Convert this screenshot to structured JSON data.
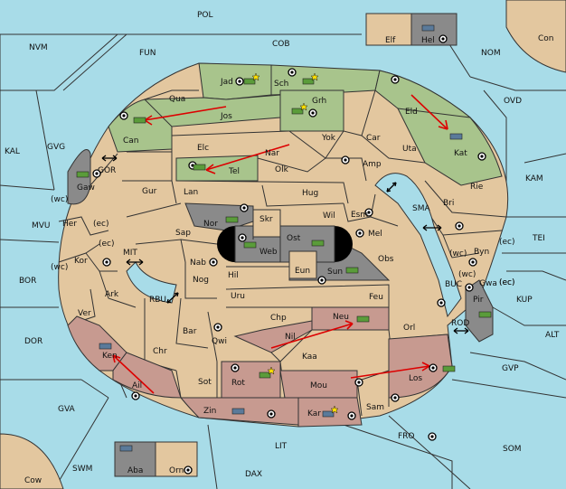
{
  "board": {
    "colors": {
      "sea": "#a8dce8",
      "land": "#e3c79f",
      "green_power": "#a8c48c",
      "red_power": "#c79a90",
      "grey_power": "#8a8a8a",
      "order_arrow": "#dd0000"
    },
    "sea_labels": {
      "pol": "POL",
      "nvm": "NVM",
      "fun": "FUN",
      "cob": "COB",
      "nom": "NOM",
      "ovd": "OVD",
      "kal": "KAL",
      "gvg": "GVG",
      "gor": "GOR",
      "mvu": "MVU",
      "mit": "MIT",
      "bor": "BOR",
      "rbu": "RBU",
      "dor": "DOR",
      "gva": "GVA",
      "swm": "SWM",
      "lit": "LIT",
      "dax": "DAX",
      "fro": "FRO",
      "som": "SOM",
      "gvp": "GVP",
      "alt": "ALT",
      "kup": "KUP",
      "bucl": "BUC",
      "rod": "ROD",
      "tei": "TEI",
      "kam": "KAM",
      "sma": "SMA",
      "con": "Con",
      "cow": "Cow"
    },
    "land_labels": {
      "elf": "Elf",
      "hel": "Hel",
      "jad": "Jad",
      "sch": "Sch",
      "qua": "Qua",
      "jos": "Jos",
      "grh": "Grh",
      "eld": "Eld",
      "can": "Can",
      "elc": "Elc",
      "yok": "Yok",
      "car": "Car",
      "uta": "Uta",
      "nar": "Nar",
      "kat": "Kat",
      "tel": "Tel",
      "olk": "Olk",
      "amp": "Amp",
      "gaw": "Gaw",
      "gur": "Gur",
      "lan": "Lan",
      "hug": "Hug",
      "rie": "Rie",
      "bri": "Bri",
      "wc1": "(wc)",
      "her": "Her",
      "ec1": "(ec)",
      "nor": "Nor",
      "skr": "Skr",
      "wil": "Wil",
      "esm": "Esm",
      "sap": "Sap",
      "ost": "Ost",
      "web": "Web",
      "mel": "Mel",
      "ec2": "(ec)",
      "kor": "Kor",
      "ec3": "(ec)",
      "wc2": "(wc)",
      "byn": "Byn",
      "ec4": "(ec)",
      "nab": "Nab",
      "eun": "Eun",
      "sun": "Sun",
      "obs": "Obs",
      "wc3": "(wc)",
      "wc4": "(wc)",
      "gwa": "Gwa",
      "ec5": "(ec)",
      "hil": "Hil",
      "ark": "Ark",
      "nog": "Nog",
      "uru": "Uru",
      "feu": "Feu",
      "pir": "Pir",
      "ver": "Ver",
      "chp": "Chp",
      "neu": "Neu",
      "bar": "Bar",
      "orl": "Orl",
      "qwi": "Qwi",
      "nil": "Nil",
      "ken": "Ken",
      "chr": "Chr",
      "kaa": "Kaa",
      "rot": "Rot",
      "sot": "Sot",
      "ail": "Ail",
      "mou": "Mou",
      "los": "Los",
      "zin": "Zin",
      "kar": "Kar",
      "sam": "Sam",
      "aba": "Aba",
      "orn": "Orn"
    }
  }
}
